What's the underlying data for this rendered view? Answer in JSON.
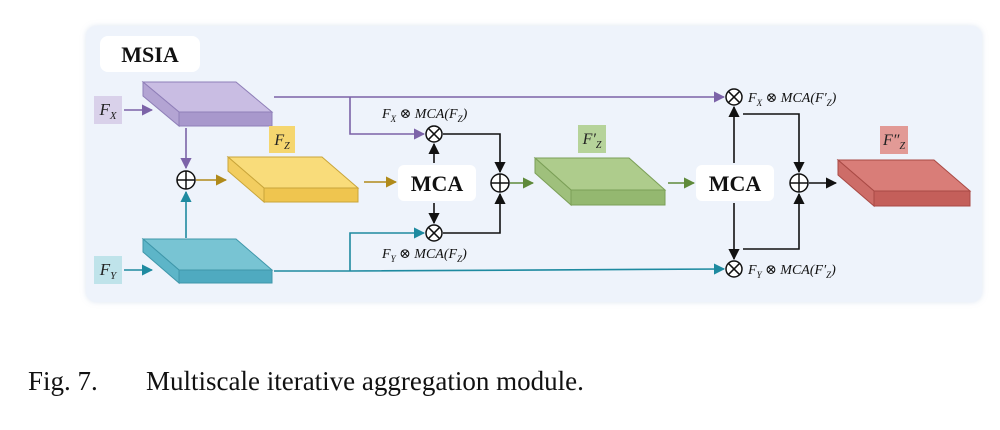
{
  "module": {
    "title": "MSIA",
    "mca_label": "MCA",
    "inputs": {
      "fx_main": "F",
      "fx_sub": "X",
      "fy_main": "F",
      "fy_sub": "Y"
    },
    "features": {
      "fz_main": "F",
      "fz_sub": "Z",
      "fz1_main": "F′",
      "fz1_sub": "Z",
      "fz2_main": "F″",
      "fz2_sub": "Z"
    },
    "formulas": {
      "fx_mca_fz": {
        "a": "F",
        "a_sub": "X",
        "op": " ⊗ MCA(",
        "b": "F",
        "b_sub": "Z",
        "close": ")"
      },
      "fy_mca_fz": {
        "a": "F",
        "a_sub": "Y",
        "op": " ⊗ MCA(",
        "b": "F",
        "b_sub": "Z",
        "close": ")"
      },
      "fx_mca_fz1": {
        "a": "F",
        "a_sub": "X",
        "op": " ⊗ MCA(",
        "b": "F′",
        "b_sub": "Z",
        "close": ")"
      },
      "fy_mca_fz1": {
        "a": "F",
        "a_sub": "Y",
        "op": " ⊗ MCA(",
        "b": "F′",
        "b_sub": "Z",
        "close": ")"
      }
    },
    "colors": {
      "fx": "#b9a9d6",
      "fy": "#67bccd",
      "fz": "#f6d46b",
      "fz1": "#a8c886",
      "fz2": "#d8746f",
      "line_fx": "#7c63a8",
      "line_fy": "#1e8aa0",
      "line_fz": "#b08a1a",
      "line_fz1": "#5f8a3a"
    }
  },
  "caption": {
    "number": "Fig. 7.",
    "text": "Multiscale iterative aggregation module."
  }
}
